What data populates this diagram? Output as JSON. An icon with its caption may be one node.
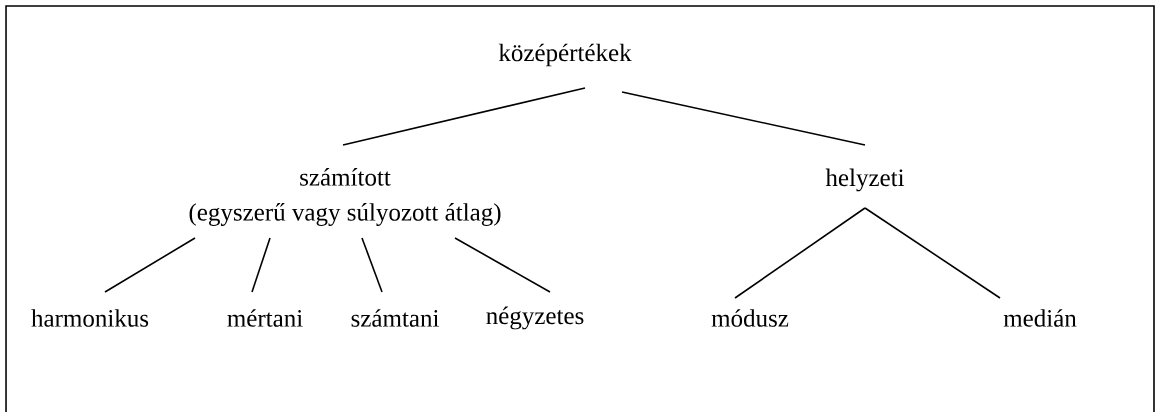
{
  "diagram": {
    "nodes": [
      {
        "text": [
          "középértékek"
        ]
      },
      {
        "text": [
          "számított",
          "(egyszerű vagy súlyozott átlag)"
        ]
      },
      {
        "text": [
          "helyzeti"
        ]
      },
      {
        "text": [
          "harmonikus"
        ]
      },
      {
        "text": [
          "mértani"
        ]
      },
      {
        "text": [
          "számtani"
        ]
      },
      {
        "text": [
          "négyzetes"
        ]
      },
      {
        "text": [
          "módusz"
        ]
      },
      {
        "text": [
          "medián"
        ]
      }
    ],
    "edges": [
      {
        "from": 0,
        "to": 1,
        "arrow": "none"
      },
      {
        "from": 0,
        "to": 2,
        "arrow": "none"
      },
      {
        "from": 1,
        "to": 3,
        "arrow": "none"
      },
      {
        "from": 1,
        "to": 4,
        "arrow": "none"
      },
      {
        "from": 1,
        "to": 5,
        "arrow": "none"
      },
      {
        "from": 1,
        "to": 6,
        "arrow": "none"
      },
      {
        "from": 2,
        "to": 7,
        "arrow": "none"
      },
      {
        "from": 2,
        "to": 8,
        "arrow": "none"
      }
    ]
  }
}
